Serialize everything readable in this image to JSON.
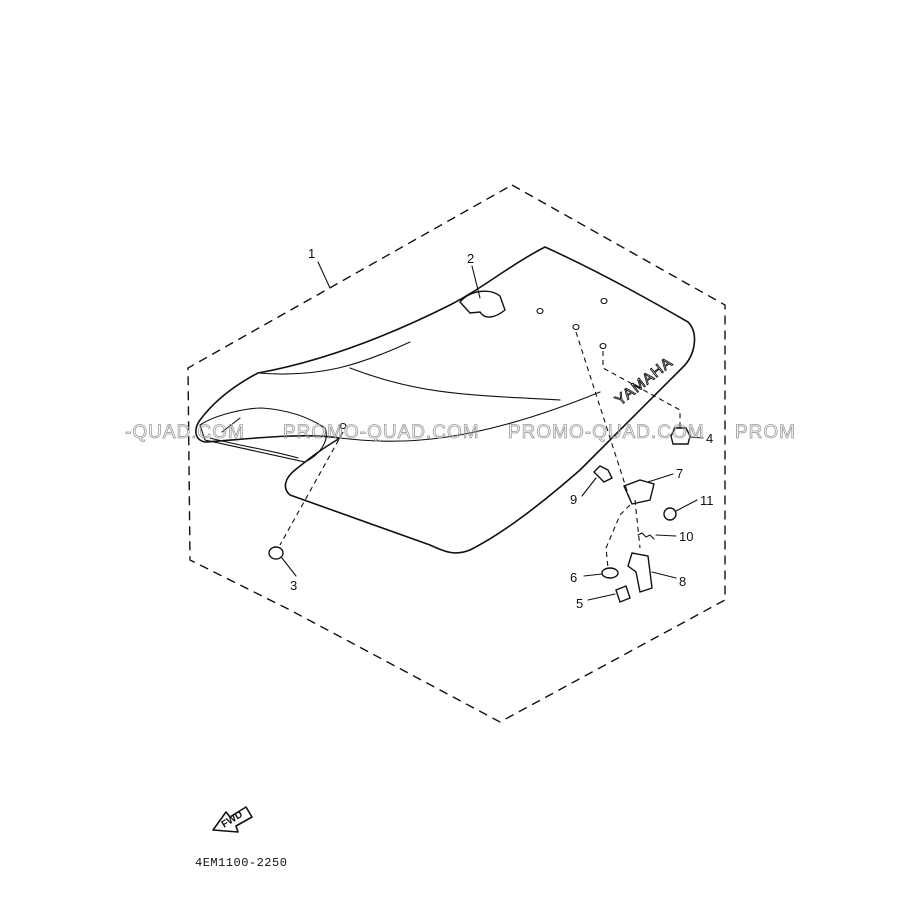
{
  "watermark": {
    "segments": [
      "-QUAD.COM",
      "PROMO-QUAD.COM",
      "PROMO-QUAD.COM",
      "PROM"
    ]
  },
  "brand_text": "YAMAHA",
  "callouts": [
    "1",
    "2",
    "3",
    "4",
    "5",
    "6",
    "7",
    "8",
    "9",
    "10",
    "11"
  ],
  "fwd_label": "FWD",
  "diagram_code": "4EM1100-2250"
}
